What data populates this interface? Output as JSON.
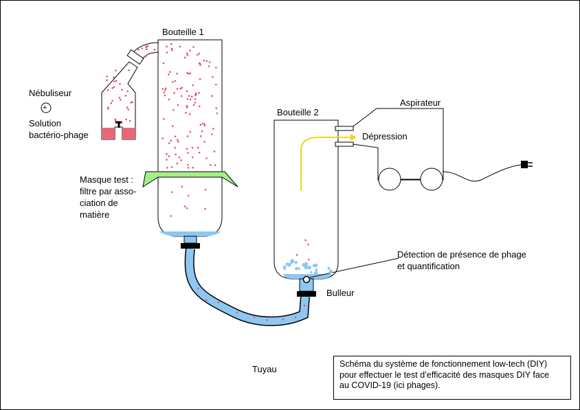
{
  "labels": {
    "bottle1": "Bouteille 1",
    "bottle2": "Bouteille 2",
    "nebulizer": "Nébuliseur",
    "plus": "+",
    "solution_line1": "Solution",
    "solution_line2": "bactério-phage",
    "mask_line1": "Masque test :",
    "mask_line2": "filtre par asso-",
    "mask_line3": "ciation de",
    "mask_line4": "matière",
    "vacuum": "Aspirateur",
    "depression": "Dépression",
    "detection_line1": "Détection de présence de phage",
    "detection_line2": "et quantification",
    "bubbler": "Bulleur",
    "pipe": "Tuyau"
  },
  "caption": {
    "line1": "Schéma du système de fonctionnement low-tech (DIY)",
    "line2": "pour effectuer le test d’efficacité des masques DIY face",
    "line3": "au COVID-19 (ici phages)."
  },
  "colors": {
    "particle": "#e8506a",
    "liquid": "#8ec7f2",
    "solution": "#e86878",
    "mask": "#a6ee8a",
    "flow_arrow": "#f3d31f",
    "outline": "#000000"
  }
}
